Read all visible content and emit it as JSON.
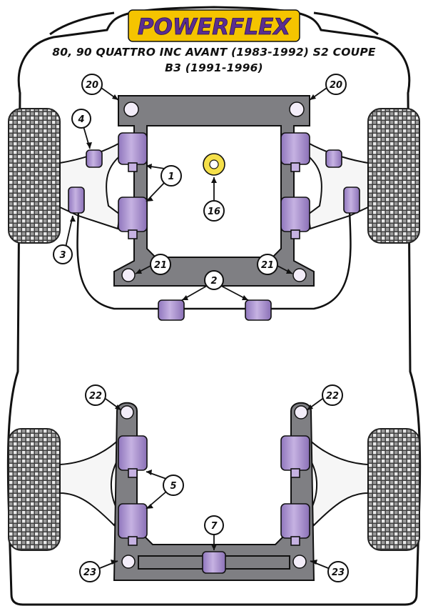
{
  "brand": {
    "logo_text": "POWERFLEX",
    "logo_color": "#5b2e91",
    "logo_bg": "#f5c400"
  },
  "title": {
    "line1": "80, 90 QUATTRO INC AVANT (1983-1992) S2 COUPE",
    "line2": "B3 (1991-1996)"
  },
  "colors": {
    "frame": "#7f7f83",
    "bush": "#b9a2d8",
    "bush_dark": "#7d63a8",
    "arm": "#f4f4f4",
    "tyre": "#4a4a4a"
  },
  "callouts": [
    {
      "id": "c20l",
      "label": "20"
    },
    {
      "id": "c20r",
      "label": "20"
    },
    {
      "id": "c4",
      "label": "4"
    },
    {
      "id": "c1",
      "label": "1"
    },
    {
      "id": "c16",
      "label": "16"
    },
    {
      "id": "c3",
      "label": "3"
    },
    {
      "id": "c21l",
      "label": "21"
    },
    {
      "id": "c21r",
      "label": "21"
    },
    {
      "id": "c2",
      "label": "2"
    },
    {
      "id": "c22l",
      "label": "22"
    },
    {
      "id": "c22r",
      "label": "22"
    },
    {
      "id": "c5",
      "label": "5"
    },
    {
      "id": "c7",
      "label": "7"
    },
    {
      "id": "c23l",
      "label": "23"
    },
    {
      "id": "c23r",
      "label": "23"
    }
  ]
}
